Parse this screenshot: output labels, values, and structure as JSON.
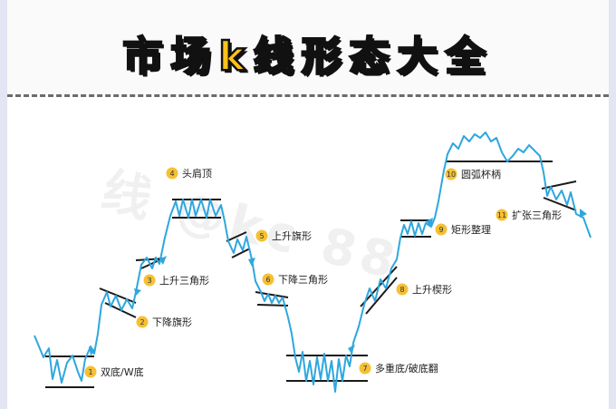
{
  "title": "市场k线形态大全",
  "watermark": "线 @kc 88",
  "colors": {
    "price_line": "#2ea7de",
    "level_line": "#1a1a1a",
    "badge_fill": "#f5c033",
    "title_fill": "#ffc21a"
  },
  "patterns": [
    {
      "num": "1",
      "label": "双底/W底"
    },
    {
      "num": "2",
      "label": "下降旗形"
    },
    {
      "num": "3",
      "label": "上升三角形"
    },
    {
      "num": "4",
      "label": "头肩顶"
    },
    {
      "num": "5",
      "label": "上升旗形"
    },
    {
      "num": "6",
      "label": "下降三角形"
    },
    {
      "num": "7",
      "label": "多重底/破底翻"
    },
    {
      "num": "8",
      "label": "上升楔形"
    },
    {
      "num": "9",
      "label": "矩形整理"
    },
    {
      "num": "10",
      "label": "圆弧杯柄"
    },
    {
      "num": "11",
      "label": "扩张三角形"
    }
  ]
}
